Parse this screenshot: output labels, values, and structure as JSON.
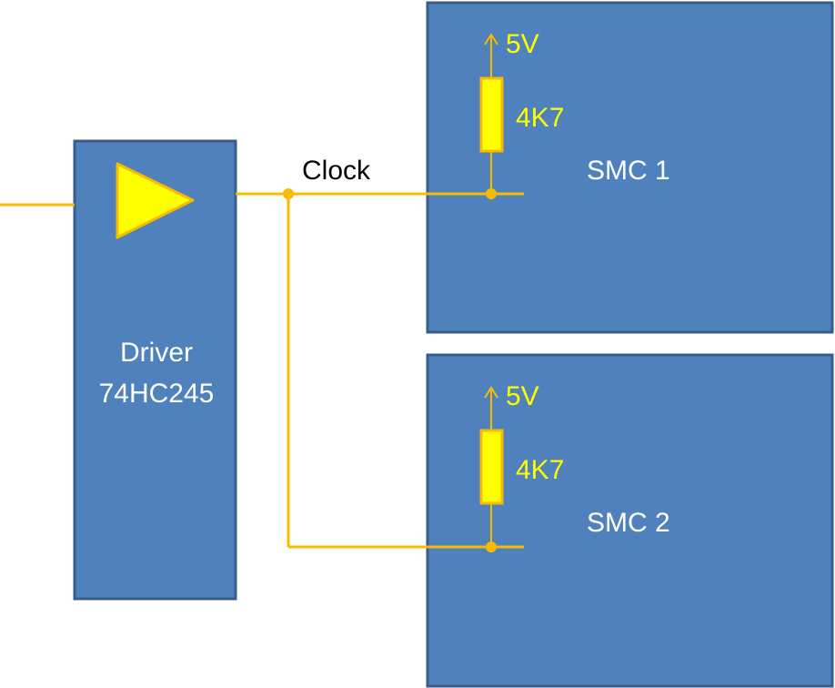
{
  "driver": {
    "line1": "Driver",
    "line2": "74HC245"
  },
  "signal_label": "Clock",
  "smc1": {
    "name": "SMC 1",
    "voltage": "5V",
    "resistor": "4K7"
  },
  "smc2": {
    "name": "SMC 2",
    "voltage": "5V",
    "resistor": "4K7"
  },
  "colors": {
    "block_fill": "#4f81bd",
    "block_border": "#385d8a",
    "wire": "#f8bb00",
    "component_fill": "#ffff00"
  }
}
